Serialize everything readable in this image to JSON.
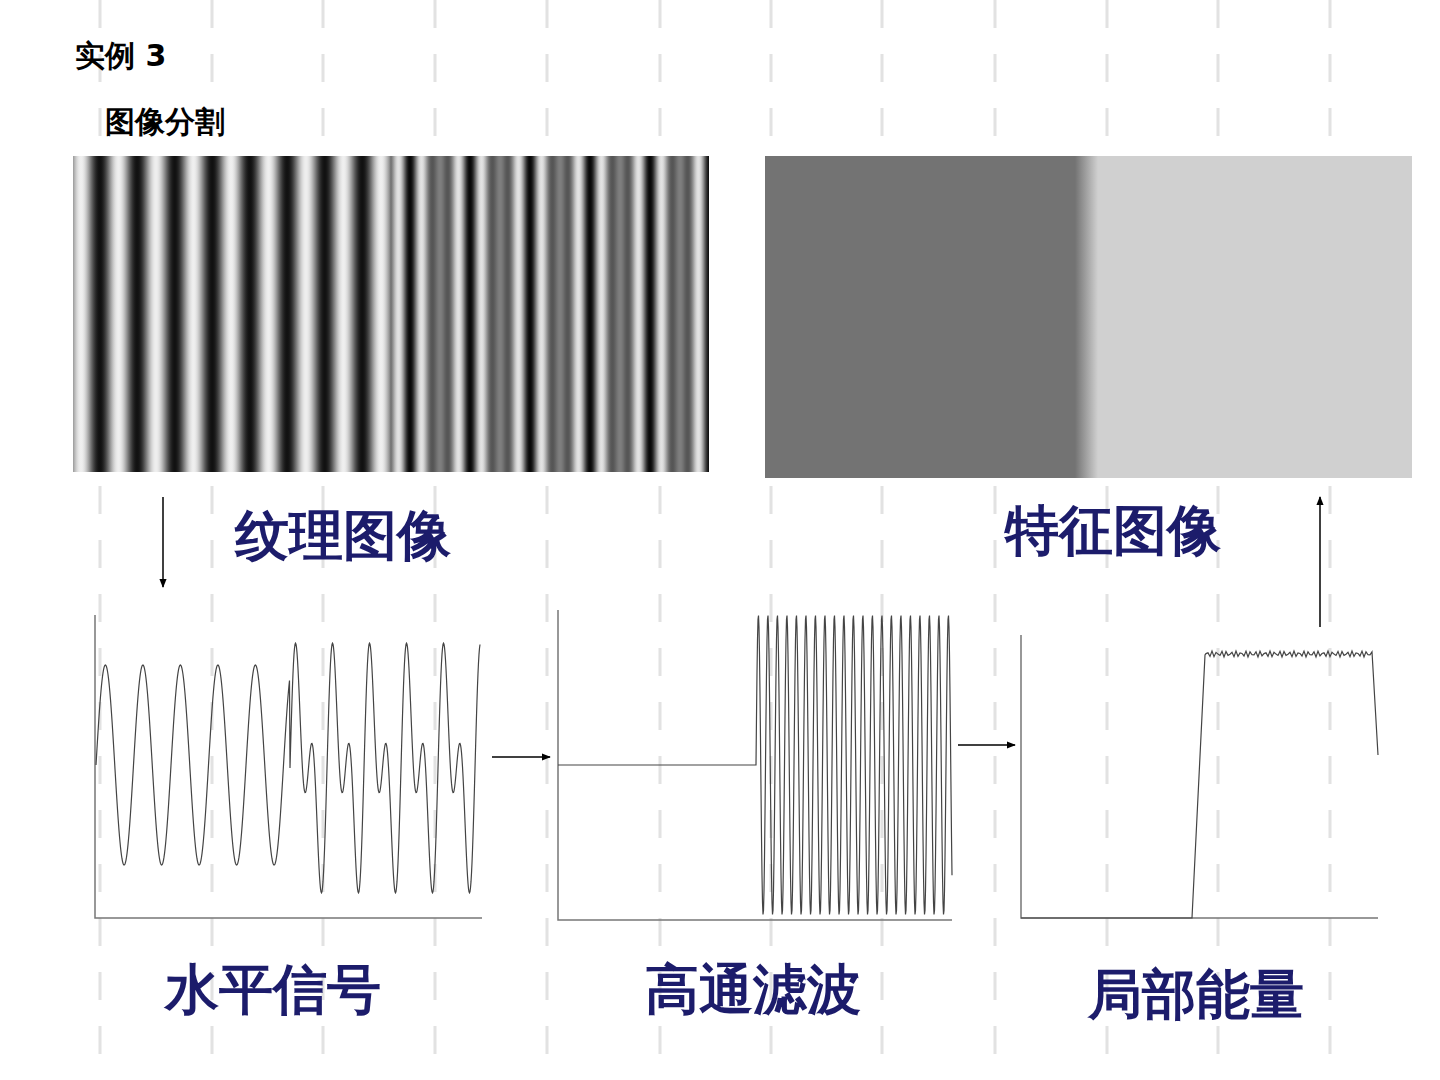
{
  "diagram": {
    "title": "实例 3",
    "nodes": [
      {
        "text": [
          "纹理图像"
        ]
      },
      {
        "text": [
          "特征图像"
        ]
      },
      {
        "text": [
          "水平信号"
        ]
      },
      {
        "text": [
          "高通滤波"
        ]
      },
      {
        "text": [
          "局部能量"
        ]
      }
    ],
    "edges": [
      {
        "from": 0,
        "to": 2,
        "arrow": "to"
      },
      {
        "from": 2,
        "to": 3,
        "arrow": "to"
      },
      {
        "from": 3,
        "to": 4,
        "arrow": "to"
      },
      {
        "from": 4,
        "to": 1,
        "arrow": "to"
      }
    ],
    "labels": [
      "图像分割"
    ]
  }
}
